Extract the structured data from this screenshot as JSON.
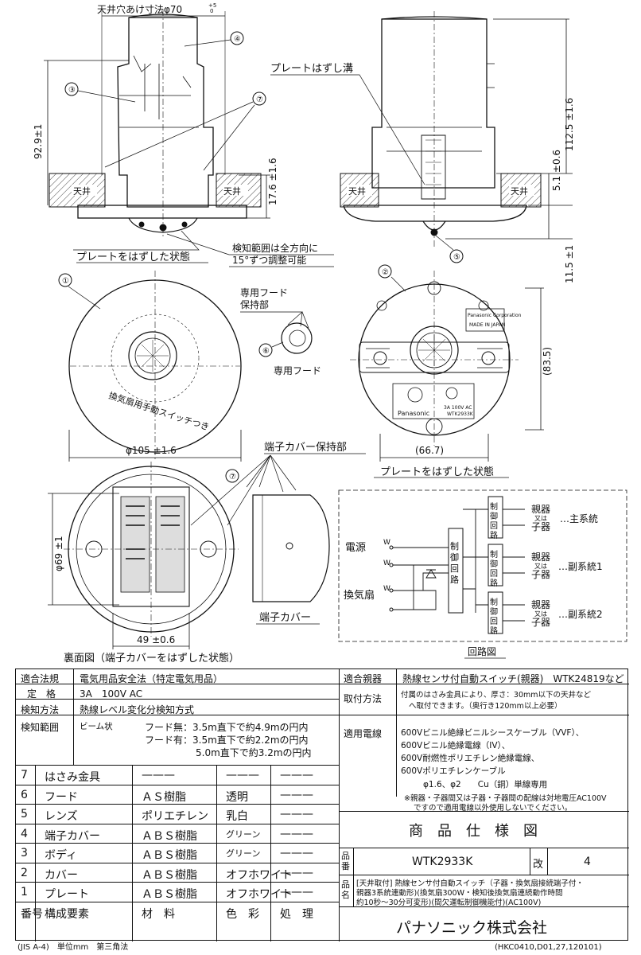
{
  "drawing": {
    "ceiling_hole": "天井穴あけ寸法φ70",
    "ceiling_hole_tol": "+5\n0",
    "ceiling": "天井",
    "dim_929": "92.9±1",
    "dim_176": "17.6 ±1.6",
    "dim_1125": "112.5 ±1.6",
    "dim_51": "5.1 ±0.6",
    "dim_115": "11.5 ±1",
    "plate_groove": "プレートはずし溝",
    "plate_removed_state": "プレートをはずした状態",
    "detect_range_adj_1": "検知範囲は全方向に",
    "detect_range_adj_2": "15°ずつ調整可能",
    "hood_holder_1": "専用フード",
    "hood_holder_2": "保持部",
    "dedicated_hood": "専用フード",
    "dim_105": "φ105 ±1.6",
    "dim_835": "(83.5)",
    "dim_667": "(66.7)",
    "plate_removed_state_2": "プレートをはずした状態",
    "fan_switch_text": "換気扇用手動スイッチつき",
    "label_panasonic_corp": "Panasonic Corporation",
    "label_made_in": "MADE IN JAPAN",
    "label_rating": "3A 100V AC",
    "label_model": "WTK2933K",
    "label_panasonic": "Panasonic",
    "terminal_cover_holder": "端子カバー保持部",
    "terminal_cover": "端子カバー",
    "dim_69": "φ69 ±1",
    "dim_49": "49 ±0.6",
    "back_view": "裏面図（端子カバーをはずした状態）",
    "circuit_title": "回路図",
    "circuit_power": "電源",
    "circuit_fan": "換気扇",
    "circuit_w": "W",
    "circuit_control": "制御回路",
    "circuit_master": "親器",
    "circuit_or": "又は",
    "circuit_slave": "子器",
    "circuit_main": "…主系統",
    "circuit_sub1": "…副系統1",
    "circuit_sub2": "…副系統2",
    "numbers": [
      "①",
      "②",
      "③",
      "④",
      "⑤",
      "⑥",
      "⑦"
    ]
  },
  "spec": {
    "law_label": "適合法規",
    "law_value": "電気用品安全法（特定電気用品）",
    "rating_label": "定　格",
    "rating_value": "3A　100V AC",
    "method_label": "検知方法",
    "method_value": "熱線レベル変化分検知方式",
    "range_label": "検知範囲",
    "range_value": "ビーム状",
    "range_line1": "フード無：3.5m直下で約4.9mの円内",
    "range_line2": "フード有：3.5m直下で約2.2mの円内",
    "range_line3": "5.0m直下で約3.2mの円内",
    "compat_label": "適合親器",
    "compat_value": "熱線センサ付自動スイッチ(親器)　WTK24819など",
    "install_label": "取付方法",
    "install_value1": "付属のはさみ金具により、厚さ：30mm以下の天井など",
    "install_value2": "へ取付できます。（奥行き120mm以上必要）",
    "wire_label": "適用電線",
    "wire_value1": "600Vビニル絶縁ビニルシースケーブル（VVF）、",
    "wire_value2": "600Vビニル絶縁電線（IV）、",
    "wire_value3": "600V耐燃性ポリエチレン絶縁電線、",
    "wire_value4": "600Vポリエチレンケーブル",
    "wire_value5": "φ1.6、φ2　　Cu（銅）単線専用",
    "wire_note1": "※親器・子器間又は子器・子器間の配線は対地電圧AC100V",
    "wire_note2": "ですので適用電線以外使用しないでください。",
    "product_spec": "商　品　仕　様　図",
    "hinban_label": "品番",
    "hinban_value": "WTK2933K",
    "rev_label": "改",
    "rev_value": "4",
    "hinmei_label": "品名",
    "hinmei_value1": "[天井取付] 熱線センサ付自動スイッチ（子器・換気扇接続端子付・",
    "hinmei_value2": "親器3系統連動形)(換気扇300W・検知後換気扇連続動作時間",
    "hinmei_value3": "約10秒～30分可変形)(間欠運転制御機能付)(AC100V)",
    "company": "パナソニック株式会社",
    "parts_header": {
      "no": "番号",
      "part": "構成要素",
      "material": "材　料",
      "color": "色　彩",
      "process": "処　理"
    },
    "parts": [
      {
        "no": "7",
        "part": "はさみ金具",
        "material": "———",
        "color": "———",
        "process": "———"
      },
      {
        "no": "6",
        "part": "フード",
        "material": "ＡＳ樹脂",
        "color": "透明",
        "process": "———"
      },
      {
        "no": "5",
        "part": "レンズ",
        "material": "ポリエチレン",
        "color": "乳白",
        "process": "———"
      },
      {
        "no": "4",
        "part": "端子カバー",
        "material": "ＡＢＳ樹脂",
        "color": "グリーン",
        "process": "———"
      },
      {
        "no": "3",
        "part": "ボディ",
        "material": "ＡＢＳ樹脂",
        "color": "グリーン",
        "process": "———"
      },
      {
        "no": "2",
        "part": "カバー",
        "material": "ＡＢＳ樹脂",
        "color": "オフホワイト",
        "process": "———"
      },
      {
        "no": "1",
        "part": "プレート",
        "material": "ＡＢＳ樹脂",
        "color": "オフホワイト",
        "process": "———"
      }
    ]
  },
  "footer": {
    "left": "(JIS A-4)　単位mm　第三角法",
    "right": "(HKC0410,D01,27,120101)"
  }
}
